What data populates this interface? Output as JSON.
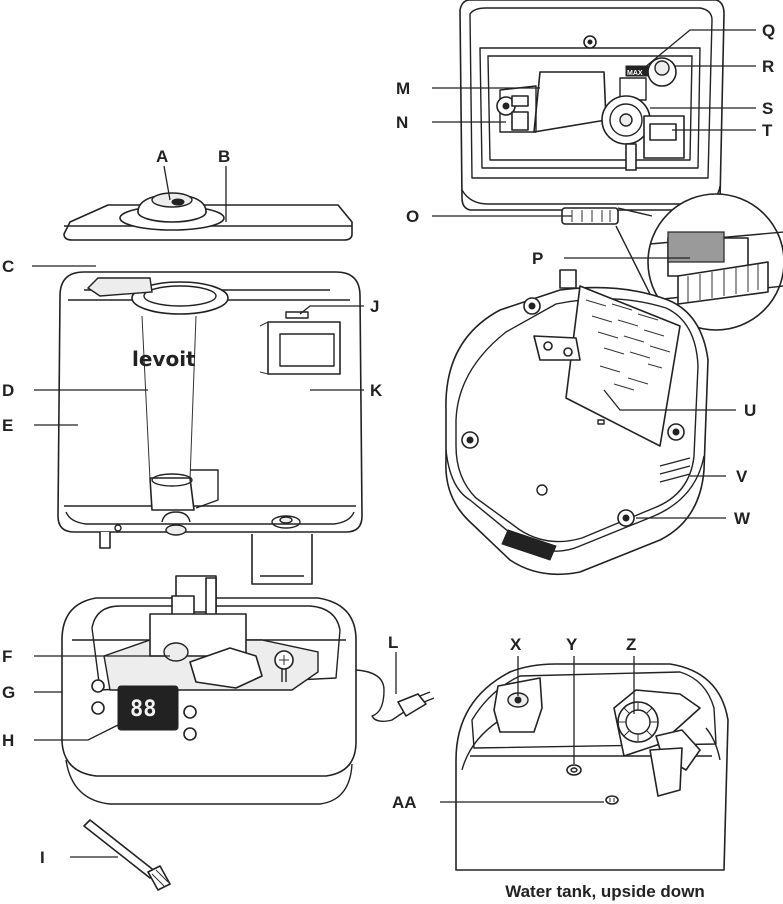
{
  "brand": "levoit",
  "display_digits": "88",
  "caption": "Water tank, upside down",
  "labels": {
    "A": "A",
    "B": "B",
    "C": "C",
    "D": "D",
    "E": "E",
    "F": "F",
    "G": "G",
    "H": "H",
    "I": "I",
    "J": "J",
    "K": "K",
    "L": "L",
    "M": "M",
    "N": "N",
    "O": "O",
    "P": "P",
    "Q": "Q",
    "R": "R",
    "S": "S",
    "T": "T",
    "U": "U",
    "V": "V",
    "W": "W",
    "X": "X",
    "Y": "Y",
    "Z": "Z",
    "AA": "AA"
  },
  "max_mark": "MAX"
}
